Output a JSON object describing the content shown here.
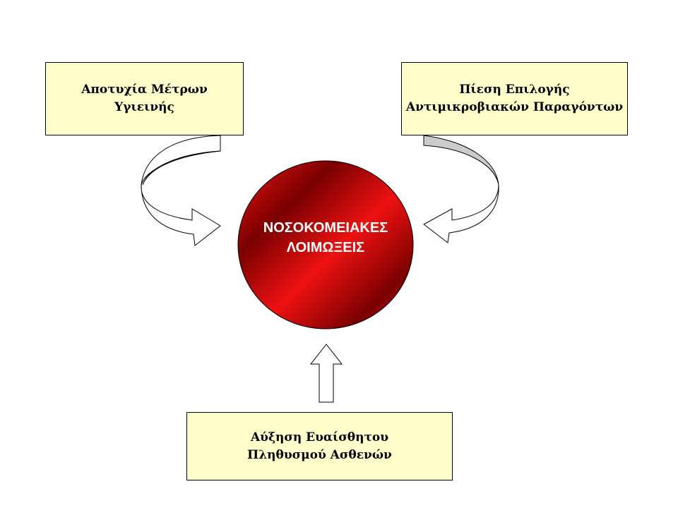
{
  "center": {
    "line1": "ΝΟΣΟΚΟΜΕΙΑΚΕΣ",
    "line2": "ΛΟΙΜΩΞΕΙΣ",
    "colors": {
      "light": "#ee1111",
      "dark": "#7a0000"
    }
  },
  "factors": {
    "left": {
      "line1": "Αποτυχία Μέτρων",
      "line2": "Υγιεινής"
    },
    "right": {
      "line1": "Πίεση Επιλογής",
      "line2": "Αντιμικροβιακών Παραγόντων"
    },
    "bottom": {
      "line1": "Αύξηση Ευαίσθητου",
      "line2": "Πληθυσμού Ασθενών"
    }
  },
  "colors": {
    "box_fill": "#ffffcc",
    "arrow_fill": "#ffffff",
    "arrow_underside": "#cccccc",
    "outline": "#000000"
  }
}
